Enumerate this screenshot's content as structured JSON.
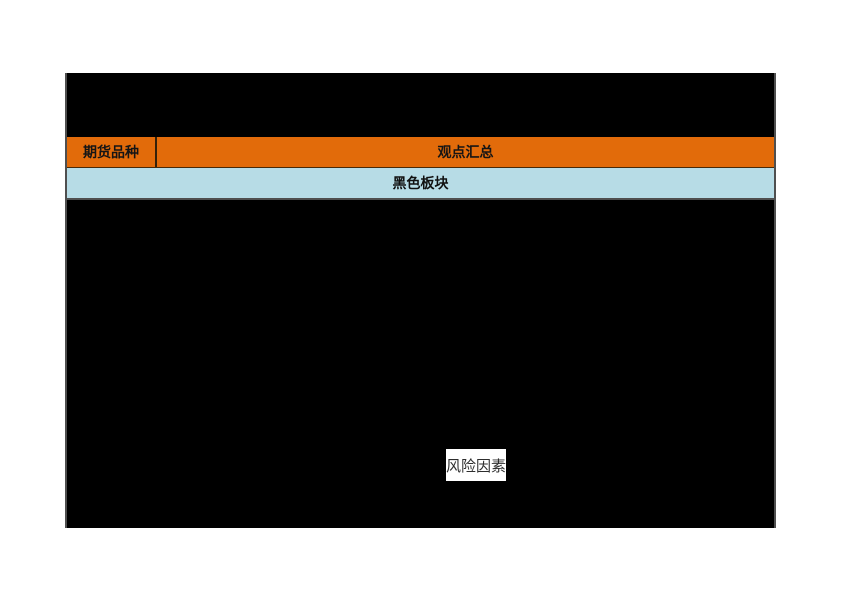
{
  "colors": {
    "page_background": "#ffffff",
    "table_background": "#000000",
    "header_orange": "#e26b0a",
    "section_blue": "#b7dce6",
    "side_border_gray": "#4f4f4f",
    "risk_box_white": "#ffffff"
  },
  "table": {
    "header": {
      "futures_variety": "期货品种",
      "viewpoint_summary": "观点汇总"
    },
    "section": {
      "black_sector": "黑色板块"
    },
    "risk": {
      "label": "风险因素"
    }
  }
}
